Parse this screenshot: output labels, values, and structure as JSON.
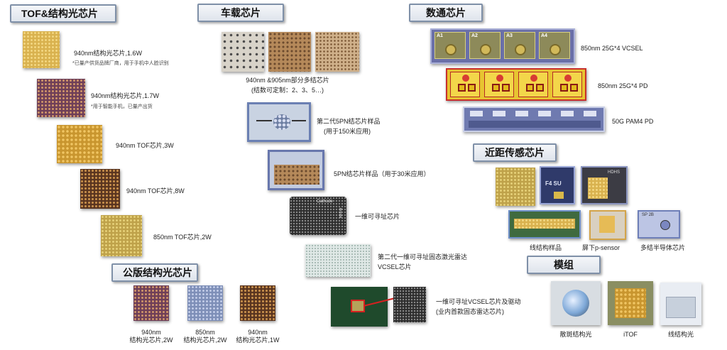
{
  "headers": {
    "tof": "TOF&结构光芯片",
    "auto": "车载芯片",
    "datacom": "数通芯片",
    "proximity": "近距传感芯片",
    "public": "公版结构光芯片",
    "module": "模组"
  },
  "tof_chips": [
    {
      "label": "940nm结构光芯片,1.6W",
      "note": "*已量产供货品牌厂商，用于手机中人脸识别"
    },
    {
      "label": "940nm结构光芯片,1.7W",
      "note": "*用于智能手机，已量产出货"
    },
    {
      "label": "940nm TOF芯片,3W"
    },
    {
      "label": "940nm TOF芯片,8W"
    },
    {
      "label": "850nm TOF芯片,2W"
    }
  ],
  "public_chips": [
    {
      "line1": "940nm",
      "line2": "结构光芯片,2W"
    },
    {
      "line1": "850nm",
      "line2": "结构光芯片,2W"
    },
    {
      "line1": "940nm",
      "line2": "结构光芯片,1W"
    }
  ],
  "auto_chips": {
    "row1_label": "940nm &905nm部分多结芯片",
    "row1_sub": "(结数可定制：2、3、5…)",
    "gen2_label": "第二代5PN结芯片样品",
    "gen2_sub": "(用于150米应用)",
    "pn5_label": "5PN结芯片样品（用于30米应用）",
    "cathode_text": "Cathode",
    "anode_text": "Anode",
    "addr_label": "一维可寻址芯片",
    "gen2_addr_label": "第二代一维可寻址固态激光雷达",
    "gen2_addr_sub": "VCSEL芯片",
    "board_label": "一维可寻址VCSEL芯片及驱动",
    "board_sub": "(业内首款固态雷达芯片)"
  },
  "datacom_chips": [
    {
      "label": "850nm 25G*4 VCSEL",
      "tags": [
        "A1",
        "A2",
        "A3",
        "A4"
      ]
    },
    {
      "label": "850nm 25G*4 PD"
    },
    {
      "label": "50G PAM4 PD"
    }
  ],
  "proximity_chips": [
    {
      "label": "线结构样品"
    },
    {
      "label": "屏下p-sensor"
    },
    {
      "label": "多结半导体芯片"
    }
  ],
  "proximity_text": {
    "f4": "F4 SU",
    "hd": "HDHS",
    "sp": "SP 2B"
  },
  "modules": [
    {
      "label": "散斑结构光"
    },
    {
      "label": "iTOF"
    },
    {
      "label": "线结构光"
    }
  ],
  "colors": {
    "header_border": "#7f90a8",
    "arrow": "#d62020"
  }
}
